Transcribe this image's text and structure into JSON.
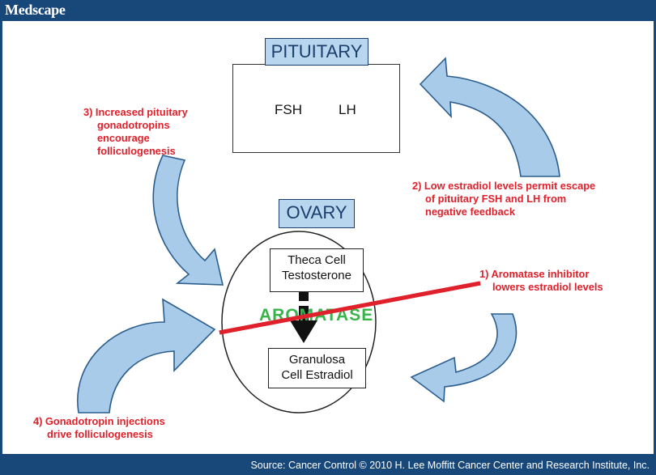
{
  "header": {
    "brand": "Medscape"
  },
  "diagram": {
    "pituitary": {
      "label": "PITUITARY",
      "hormone_1": "FSH",
      "hormone_2": "LH"
    },
    "ovary": {
      "label": "OVARY",
      "theca_line1": "Theca Cell",
      "theca_line2": "Testosterone",
      "enzyme": "AROMATASE",
      "granulosa_line1": "Granulosa",
      "granulosa_line2": "Cell Estradiol"
    },
    "notes": {
      "n1_line1": "1) Aromatase inhibitor",
      "n1_line2": "lowers estradiol levels",
      "n2_line1": "2) Low estradiol levels permit escape",
      "n2_line2": "of pituitary FSH and LH from",
      "n2_line3": "negative feedback",
      "n3_line1": "3) Increased pituitary",
      "n3_line2": "gonadotropins",
      "n3_line3": "encourage",
      "n3_line4": "folliculogenesis",
      "n4_line1": "4) Gonadotropin injections",
      "n4_line2": "drive folliculogenesis"
    },
    "colors": {
      "arrow_fill": "#a9cbea",
      "arrow_stroke": "#2b5d8c",
      "inhibitor_line": "#e0202a",
      "enzyme_text": "#38b54a"
    }
  },
  "footer": {
    "source": "Source: Cancer Control © 2010 H. Lee Moffitt Cancer Center and Research Institute, Inc."
  }
}
